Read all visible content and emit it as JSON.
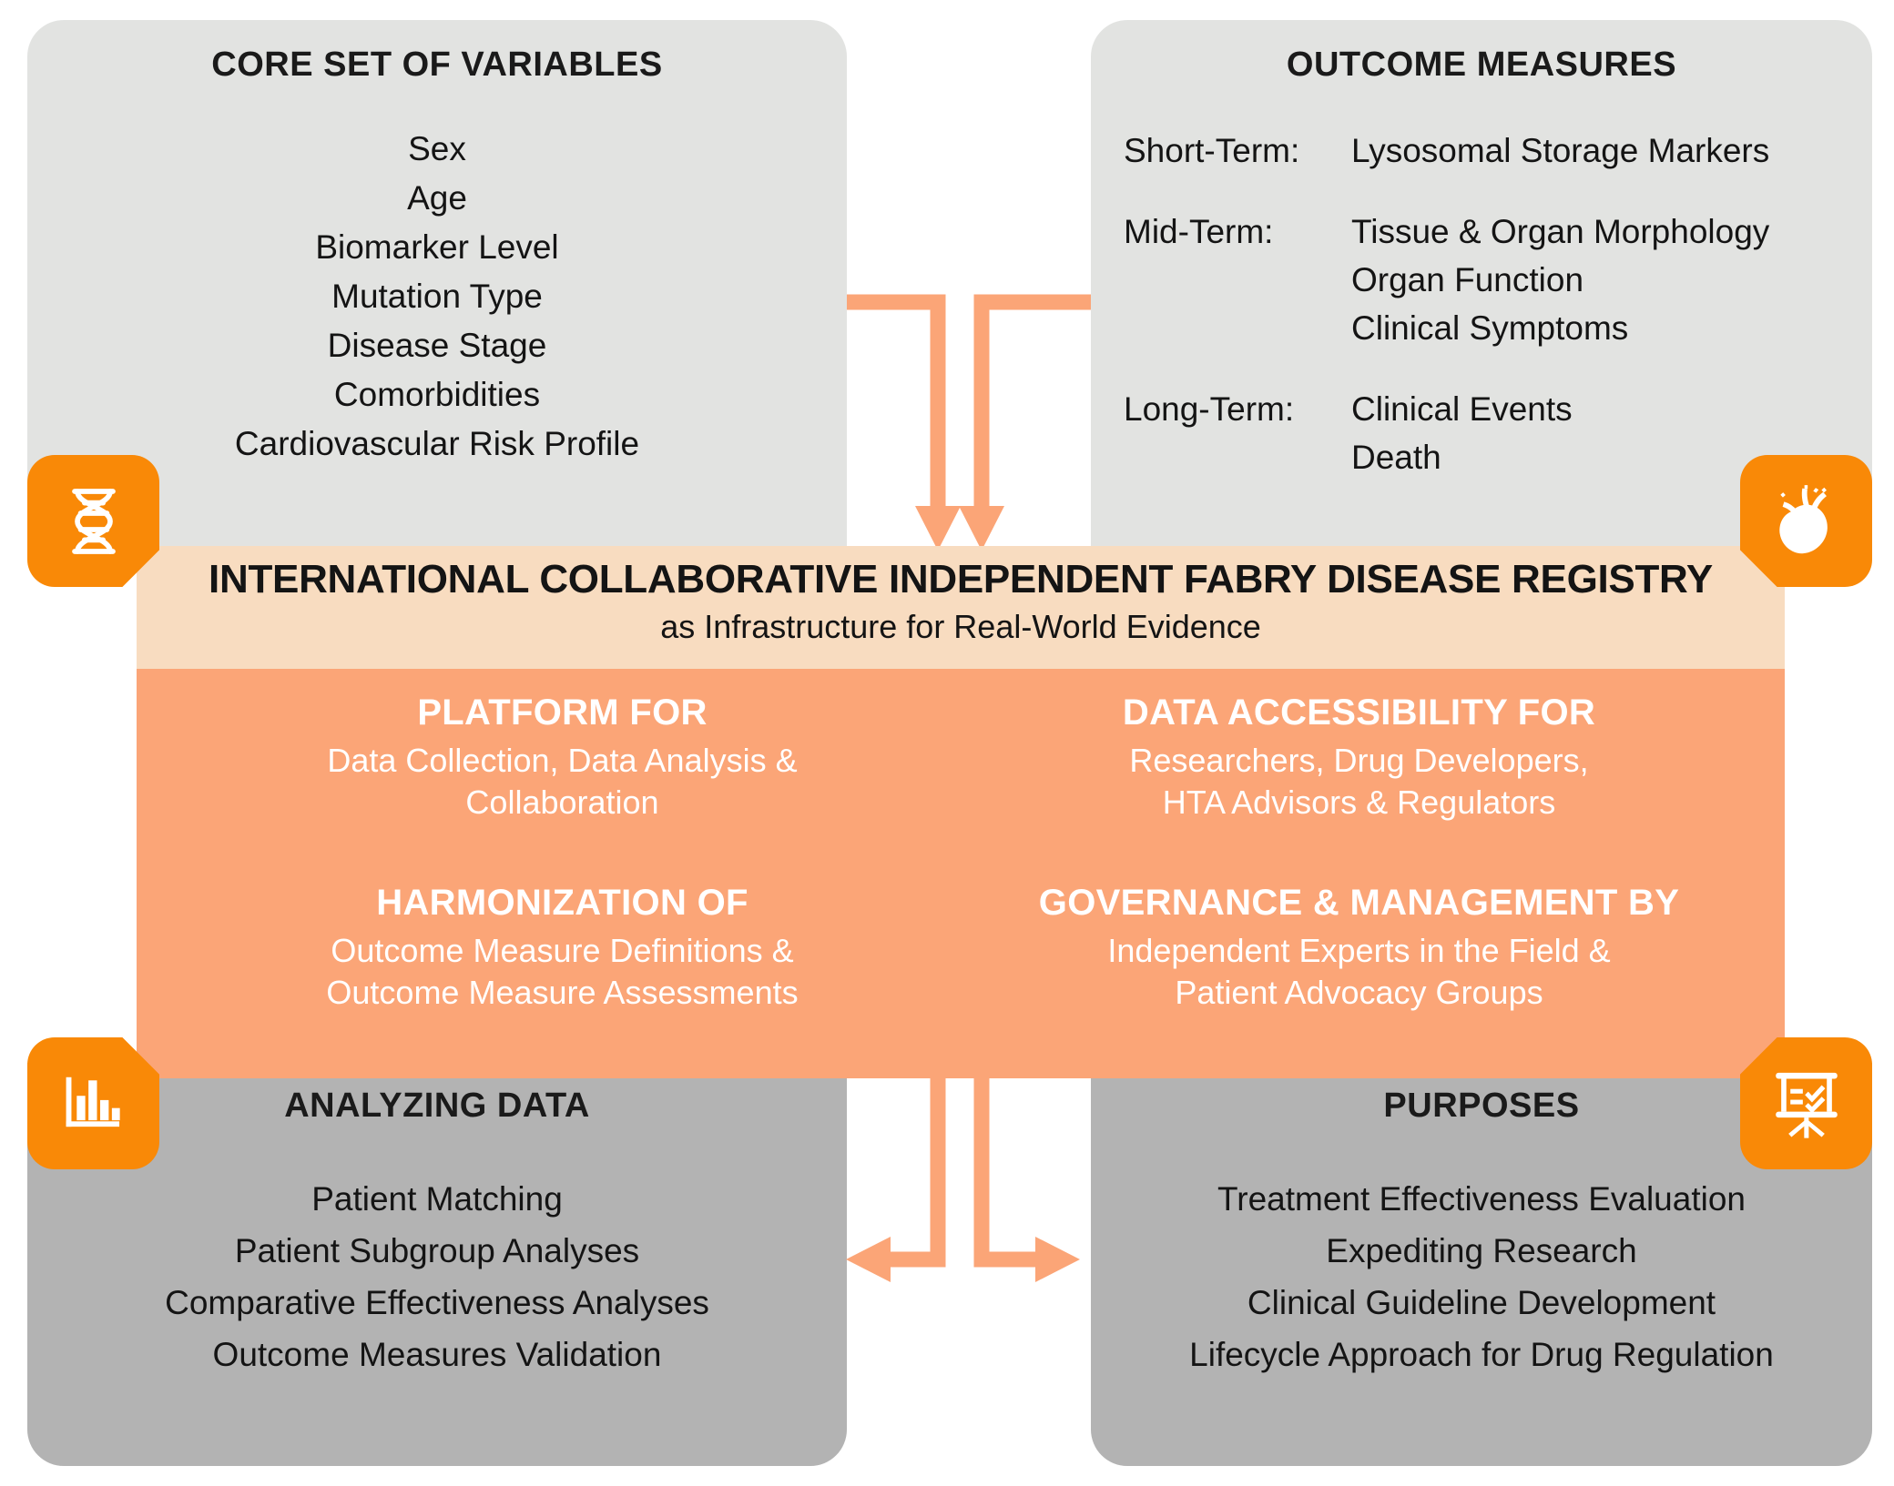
{
  "colors": {
    "orange_badge": "#F98907",
    "orange_main": "#FBA577",
    "orange_head": "#F8DCC0",
    "gray_light": "#E2E3E1",
    "gray_dark": "#B3B3B3",
    "text_dark": "#141414",
    "text_white": "#FFFFFF"
  },
  "panels": {
    "core_variables": {
      "title": "CORE SET OF VARIABLES",
      "icon": "dna-icon",
      "items": [
        "Sex",
        "Age",
        "Biomarker Level",
        "Mutation Type",
        "Disease Stage",
        "Comorbidities",
        "Cardiovascular Risk Profile"
      ]
    },
    "outcome_measures": {
      "title": "OUTCOME MEASURES",
      "icon": "heart-icon",
      "rows": [
        {
          "label": "Short-Term:",
          "values": [
            "Lysosomal Storage Markers"
          ]
        },
        {
          "label": "Mid-Term:",
          "values": [
            "Tissue & Organ Morphology",
            "Organ Function",
            "Clinical Symptoms"
          ]
        },
        {
          "label": "Long-Term:",
          "values": [
            "Clinical Events",
            "Death"
          ]
        }
      ]
    },
    "analyzing_data": {
      "title": "ANALYZING DATA",
      "icon": "bar-chart-icon",
      "items": [
        "Patient Matching",
        "Patient Subgroup Analyses",
        "Comparative Effectiveness Analyses",
        "Outcome Measures Validation"
      ]
    },
    "purposes": {
      "title": "PURPOSES",
      "icon": "presentation-check-icon",
      "items": [
        "Treatment Effectiveness Evaluation",
        "Expediting Research",
        "Clinical Guideline Development",
        "Lifecycle Approach for Drug Regulation"
      ]
    }
  },
  "registry": {
    "title": "INTERNATIONAL COLLABORATIVE INDEPENDENT FABRY DISEASE REGISTRY",
    "subtitle": "as Infrastructure for Real-World Evidence",
    "cells": [
      {
        "heading": "PLATFORM FOR",
        "body": "Data Collection, Data Analysis &\nCollaboration"
      },
      {
        "heading": "DATA ACCESSIBILITY FOR",
        "body": "Researchers, Drug Developers,\nHTA Advisors & Regulators"
      },
      {
        "heading": "HARMONIZATION OF",
        "body": "Outcome Measure Definitions &\nOutcome Measure Assessments"
      },
      {
        "heading": "GOVERNANCE & MANAGEMENT BY",
        "body": "Independent Experts in the Field &\nPatient Advocacy Groups"
      }
    ]
  },
  "arrows": [
    {
      "name": "arrow-core-variables-to-registry",
      "direction": "down"
    },
    {
      "name": "arrow-outcome-measures-to-registry",
      "direction": "down"
    },
    {
      "name": "arrow-registry-to-analyzing-data",
      "direction": "left"
    },
    {
      "name": "arrow-registry-to-purposes",
      "direction": "right"
    }
  ]
}
